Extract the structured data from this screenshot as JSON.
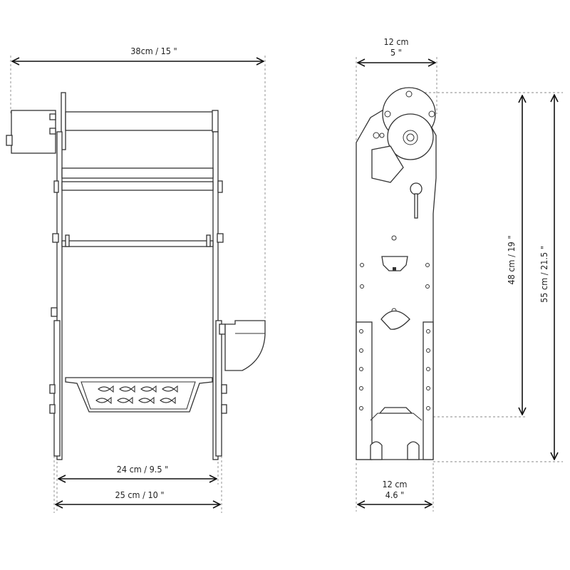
{
  "front_view": {
    "dim_overall_width": "38cm / 15 \"",
    "dim_inner_width": "24 cm / 9.5 \"",
    "dim_outer_width": "25 cm / 10 \""
  },
  "side_view": {
    "dim_top_width_line1": "12 cm",
    "dim_top_width_line2": "5 \"",
    "dim_bottom_width_line1": "12 cm",
    "dim_bottom_width_line2": "4.6 \"",
    "dim_inner_height": "48 cm / 19 \"",
    "dim_total_height": "55 cm / 21.5 \""
  }
}
